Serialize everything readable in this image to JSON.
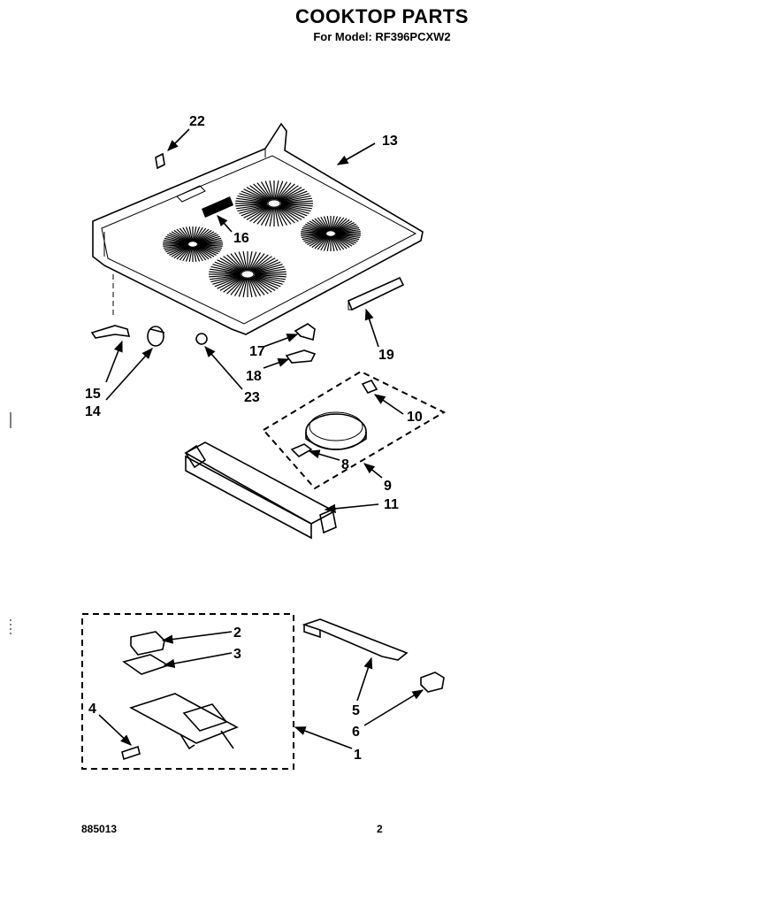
{
  "title": "COOKTOP PARTS",
  "subtitle": "For Model: RF396PCXW2",
  "footer": {
    "left_code": "885013",
    "page_number": "2"
  },
  "callouts": [
    {
      "id": "c1",
      "text": "1"
    },
    {
      "id": "c2",
      "text": "2"
    },
    {
      "id": "c3",
      "text": "3"
    },
    {
      "id": "c4",
      "text": "4"
    },
    {
      "id": "c5",
      "text": "5"
    },
    {
      "id": "c6",
      "text": "6"
    },
    {
      "id": "c8",
      "text": "8"
    },
    {
      "id": "c9",
      "text": "9"
    },
    {
      "id": "c10",
      "text": "10"
    },
    {
      "id": "c11",
      "text": "11"
    },
    {
      "id": "c13",
      "text": "13"
    },
    {
      "id": "c14",
      "text": "14"
    },
    {
      "id": "c15",
      "text": "15"
    },
    {
      "id": "c16",
      "text": "16"
    },
    {
      "id": "c17",
      "text": "17"
    },
    {
      "id": "c18",
      "text": "18"
    },
    {
      "id": "c19",
      "text": "19"
    },
    {
      "id": "c22",
      "text": "22"
    },
    {
      "id": "c23",
      "text": "23"
    }
  ]
}
